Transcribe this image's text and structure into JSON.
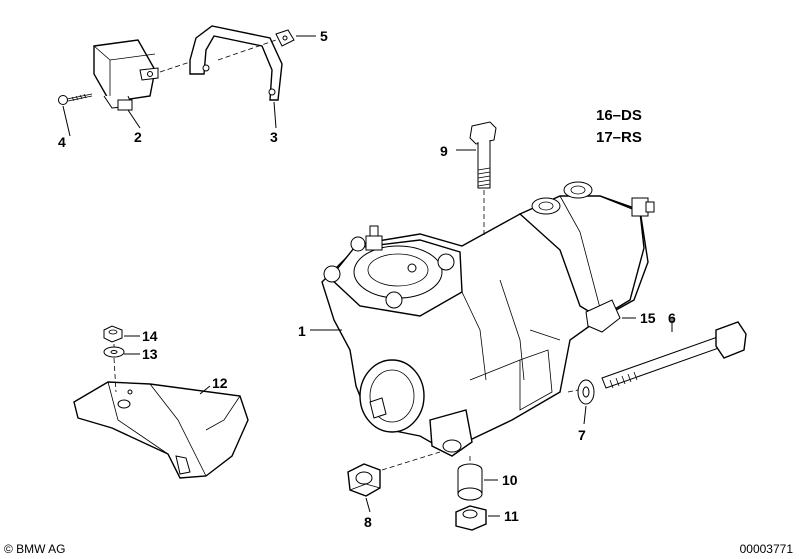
{
  "callouts": {
    "p1": "1",
    "p2": "2",
    "p3": "3",
    "p4": "4",
    "p5": "5",
    "p6": "6",
    "p7": "7",
    "p8": "8",
    "p9": "9",
    "p10": "10",
    "p11": "11",
    "p12": "12",
    "p13": "13",
    "p14": "14",
    "p15": "15"
  },
  "variants": {
    "ds": "16–DS",
    "rs": "17–RS"
  },
  "footer": {
    "copyright": "© BMW AG",
    "image_number": "00003771"
  }
}
